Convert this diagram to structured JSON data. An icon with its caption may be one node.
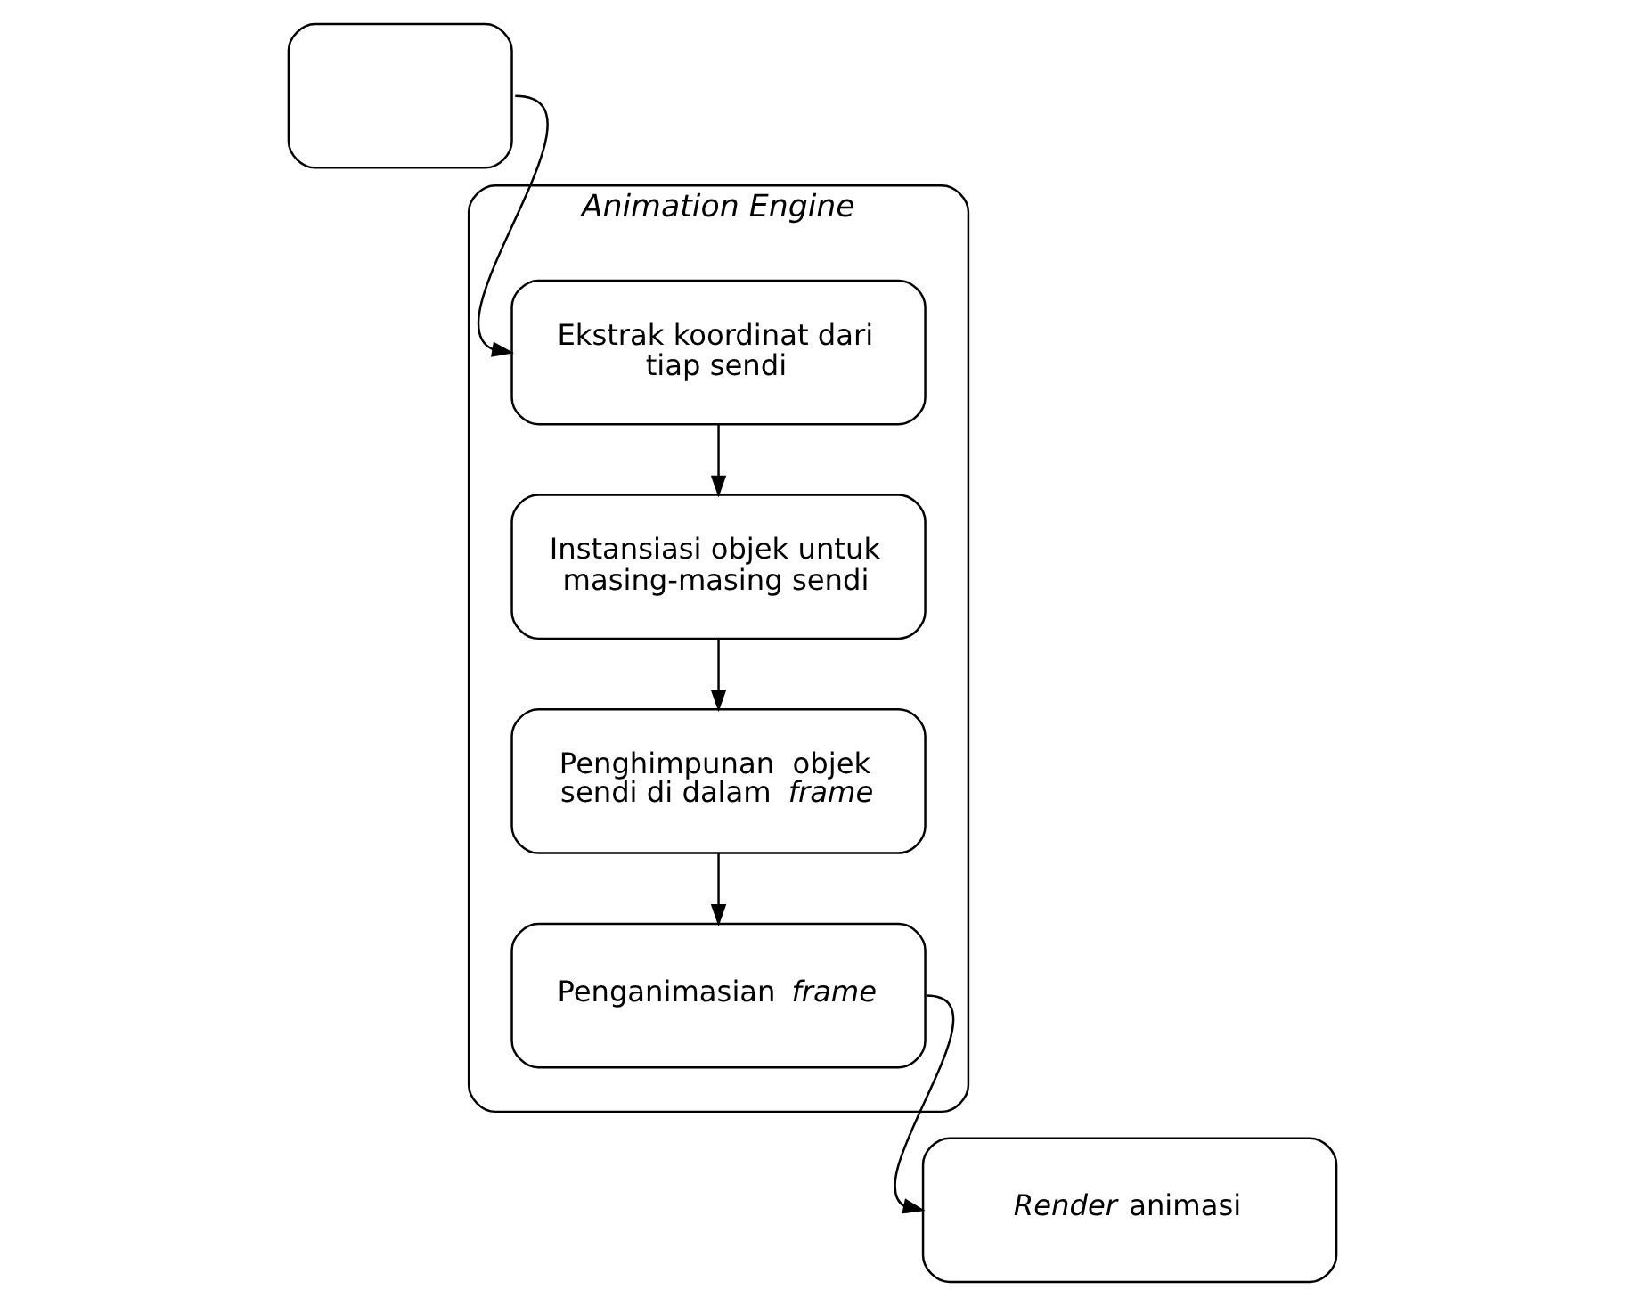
{
  "diagram": {
    "nodes": [
      {
        "text": [],
        "shape": "box"
      },
      {
        "text": [
          "Animation Engine"
        ]
      },
      {
        "text": [
          "Ekstrak koordinat dari tiap sendi"
        ],
        "in": 1
      },
      {
        "text": [
          "Instansiasi objek untuk masing-masing sendi"
        ],
        "in": 1
      },
      {
        "text": [
          "Penghimpunan  objek sendi di dalam *frame*"
        ],
        "in": 1
      },
      {
        "text": [
          "Penganimasian *frame*"
        ],
        "in": 1
      },
      {
        "text": [
          "*Render* animasi"
        ]
      }
    ],
    "edges": [
      {
        "from": 0,
        "to": 2,
        "arrow": "to"
      },
      {
        "from": 2,
        "to": 3,
        "arrow": "to"
      },
      {
        "from": 3,
        "to": 4,
        "arrow": "to"
      },
      {
        "from": 4,
        "to": 5,
        "arrow": "to"
      },
      {
        "from": 5,
        "to": 6,
        "arrow": "to"
      }
    ]
  }
}
